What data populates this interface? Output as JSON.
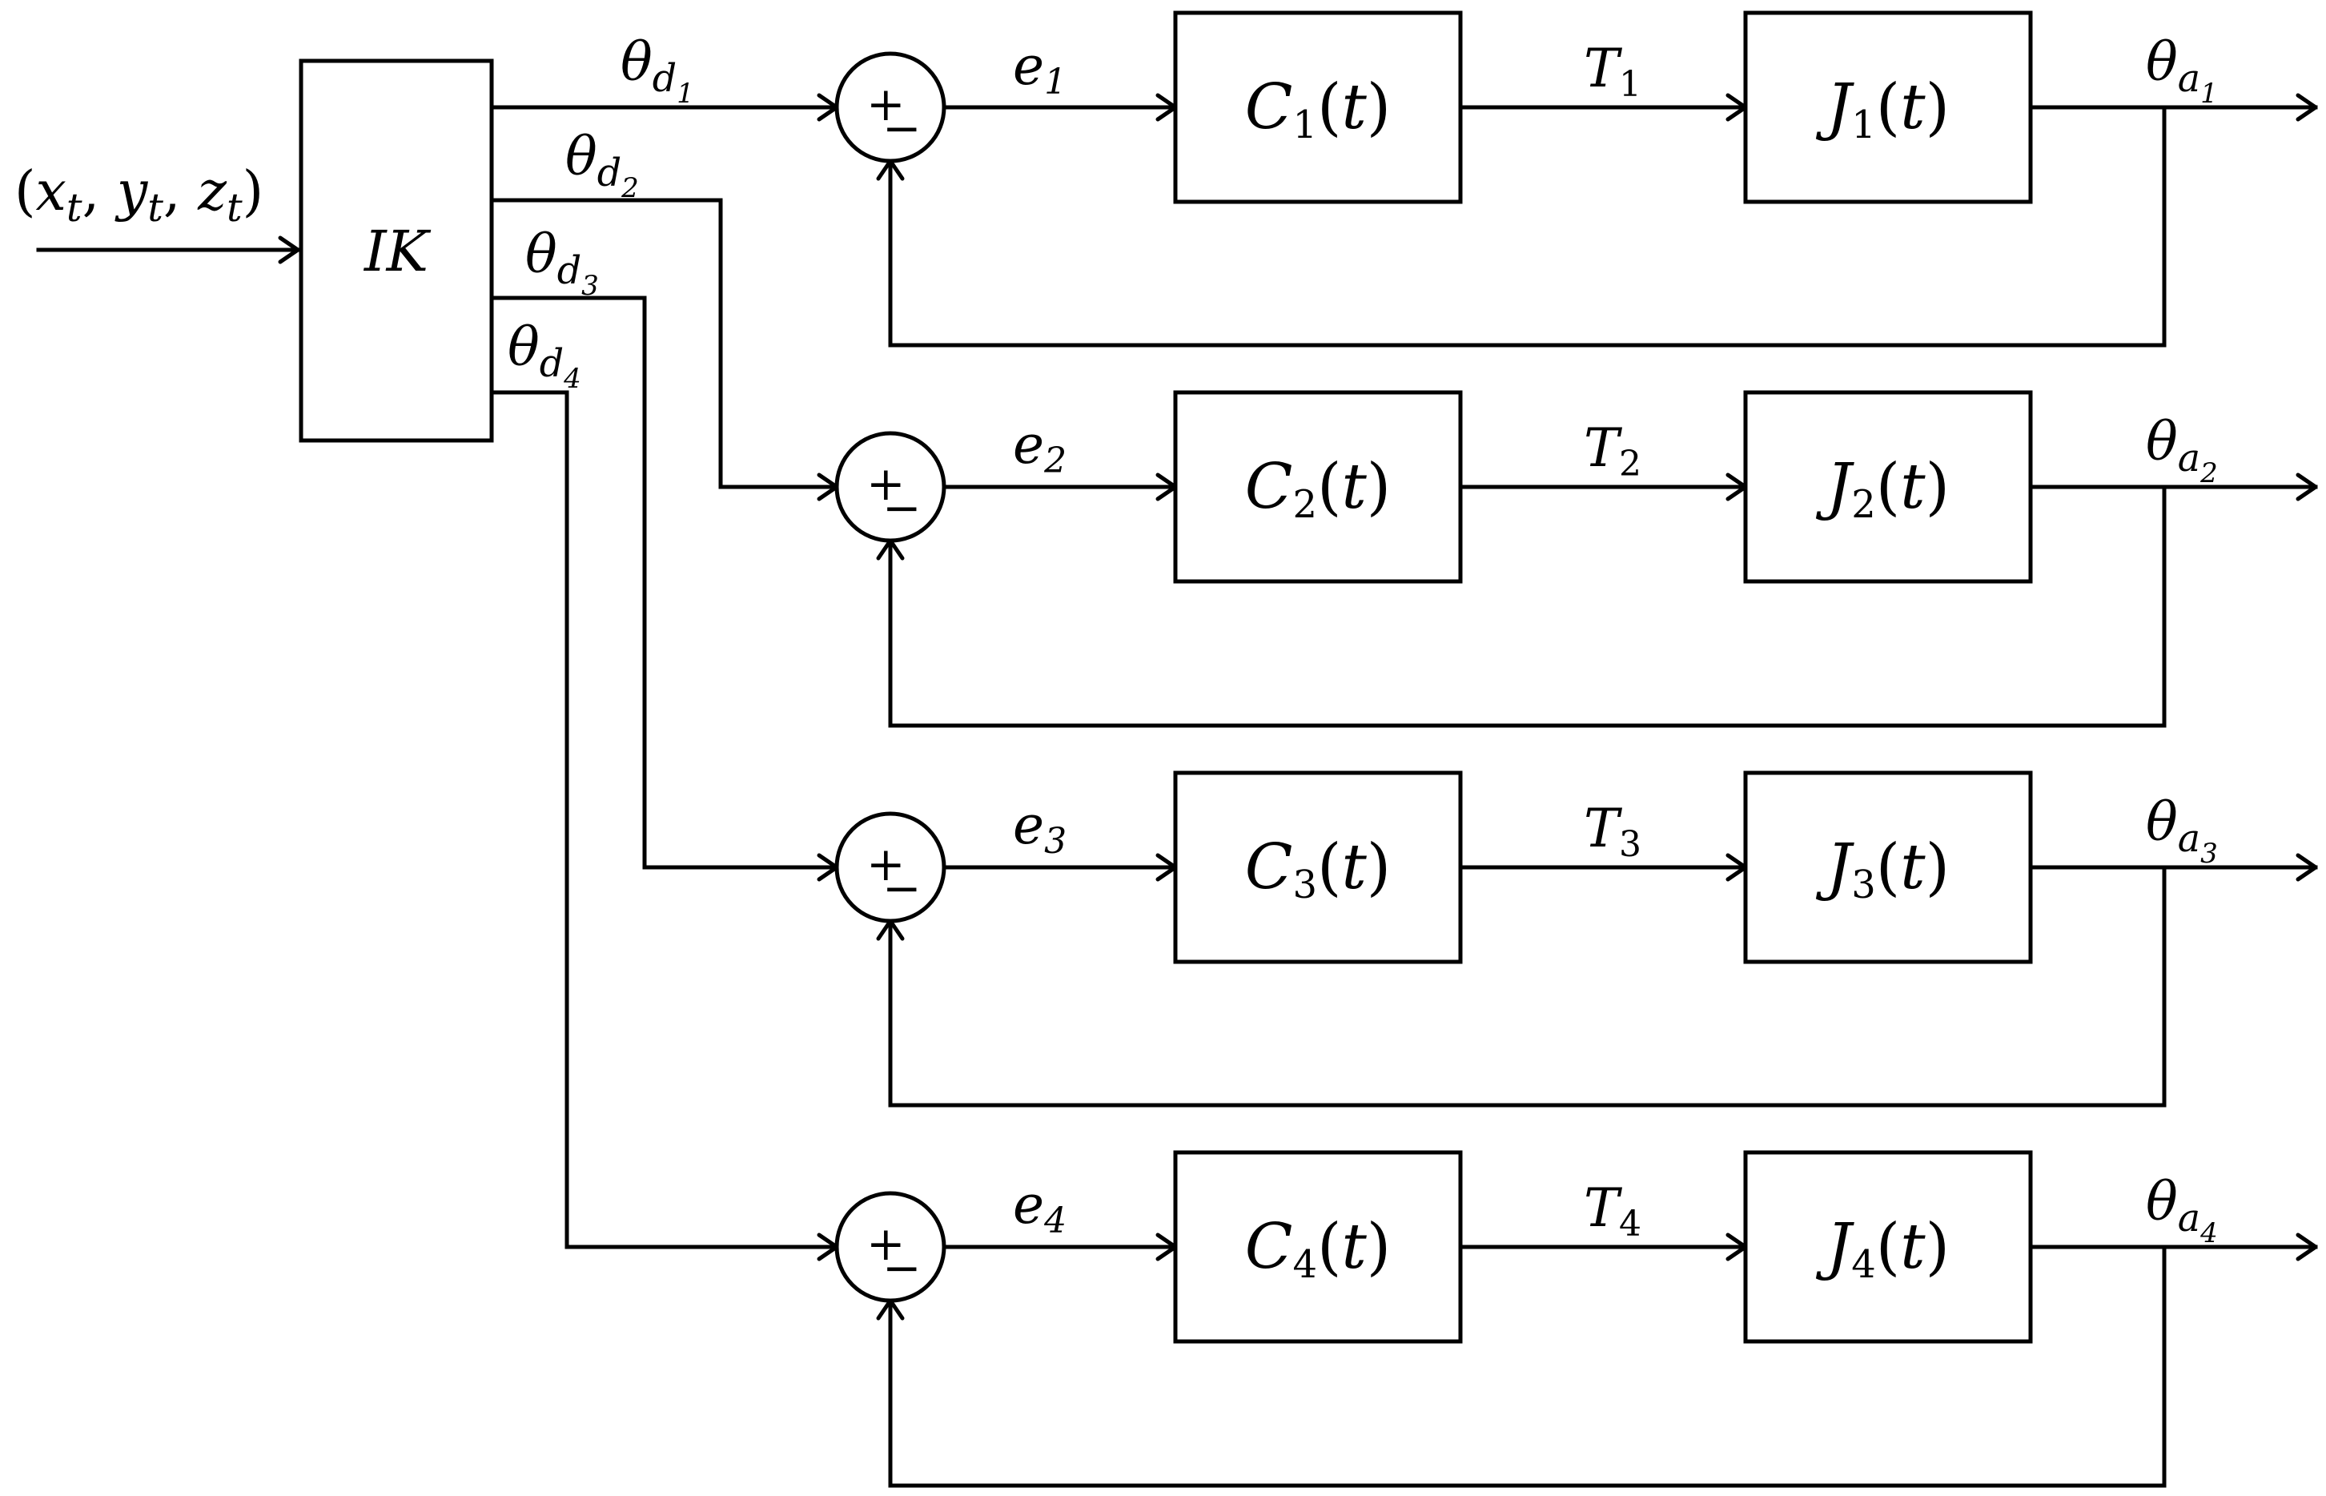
{
  "input": {
    "x": "x",
    "y": "y",
    "z": "z",
    "sub": "t"
  },
  "ik": {
    "label": "IK"
  },
  "channels": [
    {
      "desired": "1",
      "error": "1",
      "controller": "1",
      "torque": "1",
      "joint": "1",
      "actual": "1"
    },
    {
      "desired": "2",
      "error": "2",
      "controller": "2",
      "torque": "2",
      "joint": "2",
      "actual": "2"
    },
    {
      "desired": "3",
      "error": "3",
      "controller": "3",
      "torque": "3",
      "joint": "3",
      "actual": "3"
    },
    {
      "desired": "4",
      "error": "4",
      "controller": "4",
      "torque": "4",
      "joint": "4",
      "actual": "4"
    }
  ],
  "symbols": {
    "theta": "θ",
    "d": "d",
    "a": "a",
    "e": "e",
    "T": "T",
    "C": "C",
    "J": "J",
    "t": "t",
    "plus": "+",
    "minus": "−"
  }
}
